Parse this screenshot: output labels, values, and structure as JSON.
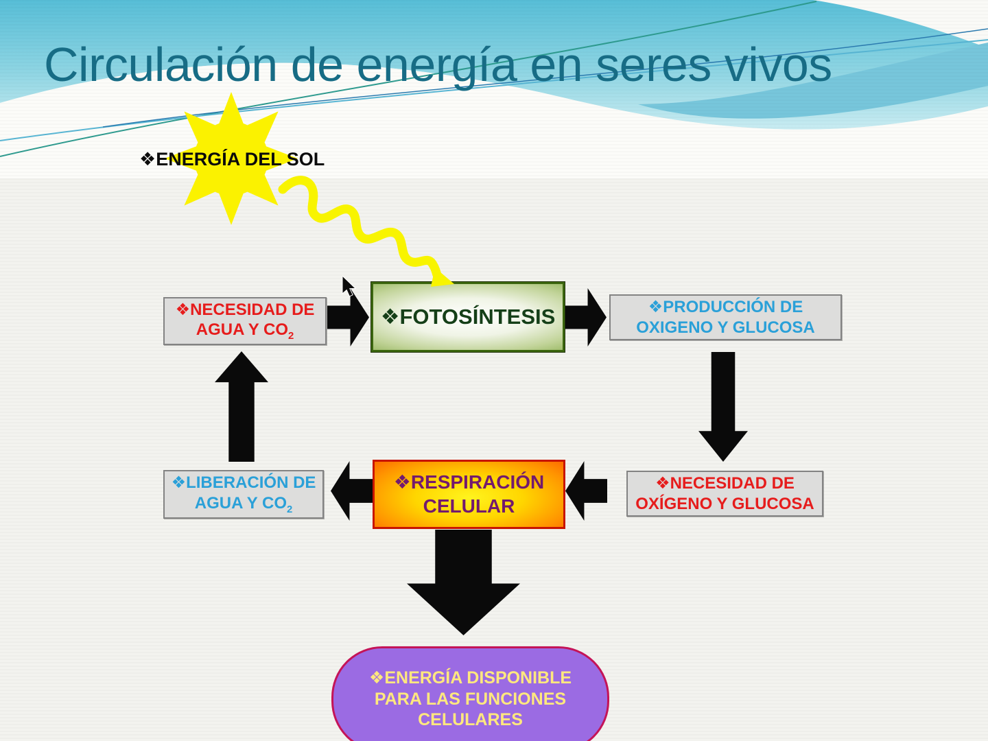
{
  "slide": {
    "title": "Circulación de energía en seres vivos",
    "sun_label": {
      "bullet": "❖",
      "text": "ENERGÍA DEL SOL"
    }
  },
  "diagram": {
    "boxes": {
      "necesidad_agua": {
        "bullet": "❖",
        "line1": "NECESIDAD DE",
        "line2": "AGUA Y CO",
        "line2_sub": "2"
      },
      "fotosintesis": {
        "bullet": "❖",
        "label": "FOTOSÍNTESIS"
      },
      "produccion": {
        "bullet": "❖",
        "line1": "PRODUCCIÓN DE",
        "line2": "OXIGENO Y GLUCOSA"
      },
      "necesidad_oxigeno": {
        "bullet": "❖",
        "line1": "NECESIDAD DE",
        "line2": "OXÍGENO Y GLUCOSA"
      },
      "respiracion": {
        "bullet": "❖",
        "line1": "RESPIRACIÓN",
        "line2": "CELULAR"
      },
      "liberacion": {
        "bullet": "❖",
        "line1": "LIBERACIÓN DE",
        "line2": "AGUA Y CO",
        "line2_sub": "2"
      },
      "energia_disponible": {
        "bullet": "❖",
        "line1": "ENERGÍA DISPONIBLE",
        "line2": "PARA LAS FUNCIONES",
        "line3": "CELULARES"
      }
    }
  },
  "colors": {
    "title_teal": "#176C85",
    "wave_sky": "#57BED7",
    "wave_band": "#77C6DB",
    "sun_yellow": "#FBF200",
    "arrow_black": "#0A0A0A",
    "box_gray_fill": "#DDDDDC",
    "box_gray_border": "#838383",
    "text_red": "#E61C1C",
    "text_blue": "#2AA0D8",
    "fotosintesis_green_border": "#3C660F",
    "fotosintesis_text": "#153F18",
    "respiracion_border": "#C81400",
    "respiracion_text": "#731A6E",
    "stadium_purple": "#9B6BE3",
    "stadium_border": "#C41458",
    "stadium_text": "#FFE87E"
  }
}
